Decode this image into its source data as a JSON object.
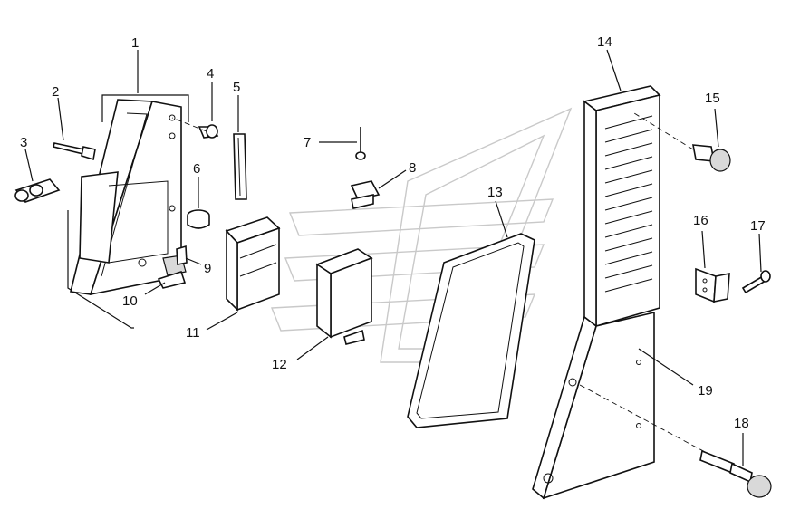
{
  "callouts": [
    {
      "id": "1",
      "label": "1"
    },
    {
      "id": "2",
      "label": "2"
    },
    {
      "id": "3",
      "label": "3"
    },
    {
      "id": "4",
      "label": "4"
    },
    {
      "id": "5",
      "label": "5"
    },
    {
      "id": "6",
      "label": "6"
    },
    {
      "id": "7",
      "label": "7"
    },
    {
      "id": "8",
      "label": "8"
    },
    {
      "id": "9",
      "label": "9"
    },
    {
      "id": "10",
      "label": "10"
    },
    {
      "id": "11",
      "label": "11"
    },
    {
      "id": "12",
      "label": "12"
    },
    {
      "id": "13",
      "label": "13"
    },
    {
      "id": "14",
      "label": "14"
    },
    {
      "id": "15",
      "label": "15"
    },
    {
      "id": "16",
      "label": "16"
    },
    {
      "id": "17",
      "label": "17"
    },
    {
      "id": "18",
      "label": "18"
    },
    {
      "id": "19",
      "label": "19"
    }
  ],
  "colors": {
    "line": "#111111",
    "background": "#ffffff",
    "watermark": "#c9c9c9"
  }
}
